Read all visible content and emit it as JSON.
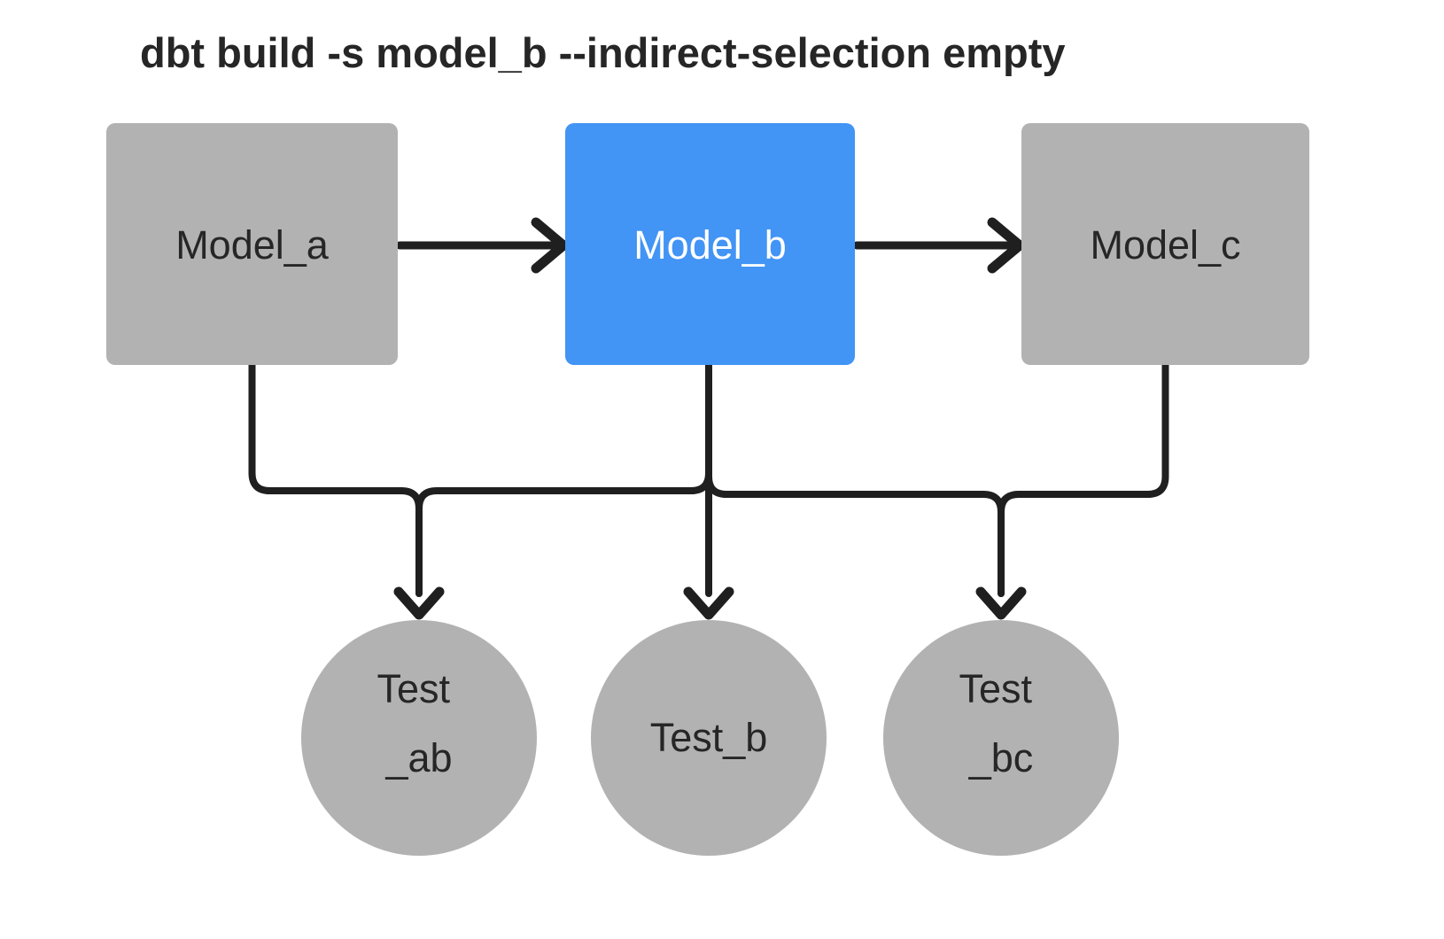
{
  "title": "dbt build -s model_b --indirect-selection empty",
  "colors": {
    "background": "#ffffff",
    "node_gray": "#b2b2b2",
    "node_selected_blue": "#4294f5",
    "edge": "#1f1f1f",
    "text_dark": "#262626",
    "text_light": "#ffffff"
  },
  "nodes": {
    "model_a": {
      "label": "Model_a",
      "type": "model",
      "selected": false
    },
    "model_b": {
      "label": "Model_b",
      "type": "model",
      "selected": true
    },
    "model_c": {
      "label": "Model_c",
      "type": "model",
      "selected": false
    },
    "test_ab": {
      "label": "Test_ab",
      "lines": [
        "Test",
        "_ab"
      ],
      "type": "test"
    },
    "test_b": {
      "label": "Test_b",
      "lines": [
        "Test_b"
      ],
      "type": "test"
    },
    "test_bc": {
      "label": "Test_bc",
      "lines": [
        "Test",
        "_bc"
      ],
      "type": "test"
    }
  },
  "edges": [
    {
      "from": "Model_a",
      "to": "Model_b"
    },
    {
      "from": "Model_b",
      "to": "Model_c"
    },
    {
      "from": "Model_a",
      "to": "Test_ab"
    },
    {
      "from": "Model_b",
      "to": "Test_ab"
    },
    {
      "from": "Model_b",
      "to": "Test_b"
    },
    {
      "from": "Model_b",
      "to": "Test_bc"
    },
    {
      "from": "Model_c",
      "to": "Test_bc"
    }
  ]
}
